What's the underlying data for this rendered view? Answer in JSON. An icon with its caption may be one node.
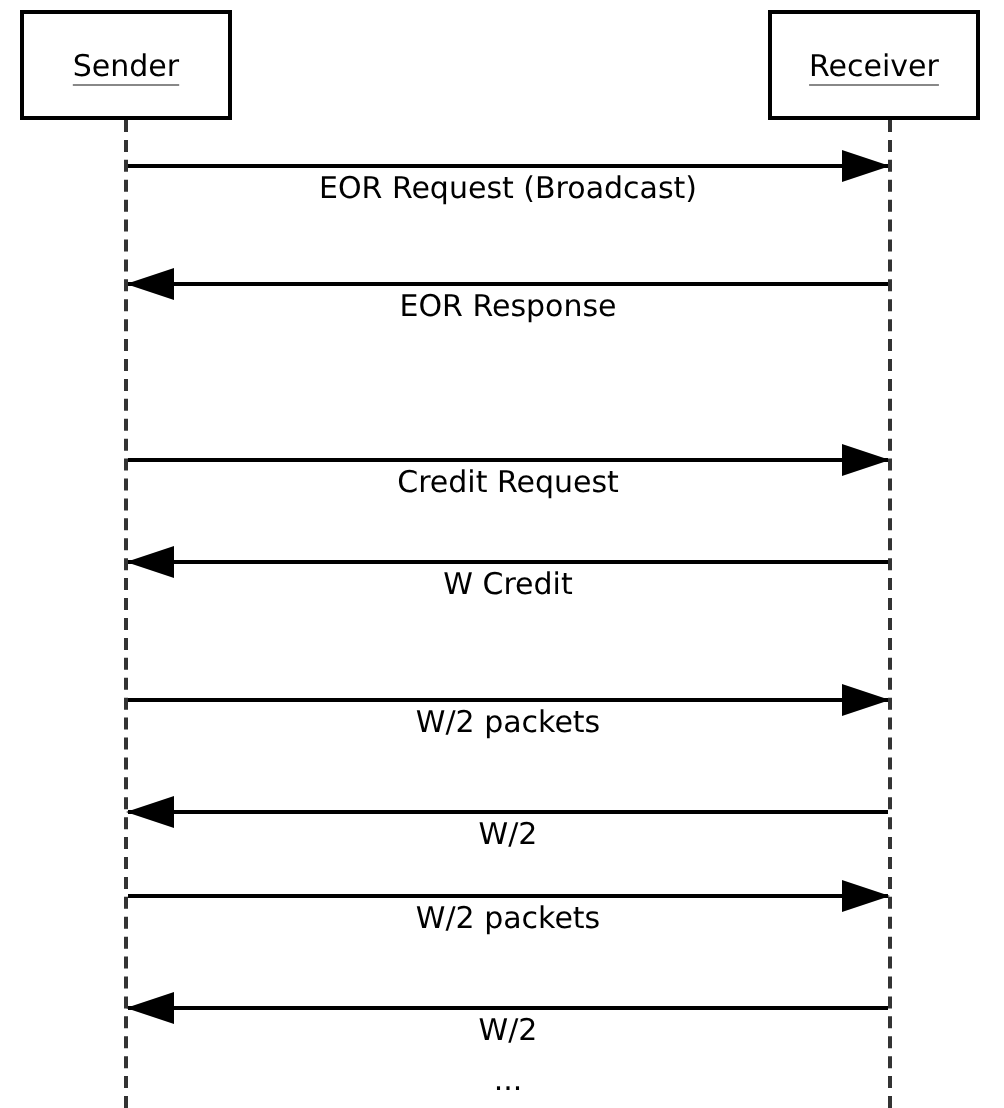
{
  "diagram": {
    "nodes": [
      {
        "text": [
          "Sender"
        ]
      },
      {
        "text": [
          "Receiver"
        ]
      },
      {
        "text": [],
        "shape": "bar"
      },
      {
        "text": [],
        "shape": "bar"
      }
    ],
    "edges": [
      {
        "from": 2,
        "to": 3,
        "arrow": "to",
        "label": "EOR Request (Broadcast)"
      },
      {
        "from": 3,
        "to": 2,
        "arrow": "to",
        "label": "EOR Response"
      },
      {
        "from": 2,
        "to": 3,
        "arrow": "to",
        "label": "Credit Request"
      },
      {
        "from": 3,
        "to": 2,
        "arrow": "to",
        "label": "W Credit"
      },
      {
        "from": 2,
        "to": 3,
        "arrow": "to",
        "label": "W/2 packets"
      },
      {
        "from": 3,
        "to": 2,
        "arrow": "to",
        "label": "W/2"
      },
      {
        "from": 2,
        "to": 3,
        "arrow": "to",
        "label": "W/2 packets"
      },
      {
        "from": 3,
        "to": 2,
        "arrow": "to",
        "label": "W/2"
      }
    ],
    "labels": [
      "..."
    ]
  }
}
